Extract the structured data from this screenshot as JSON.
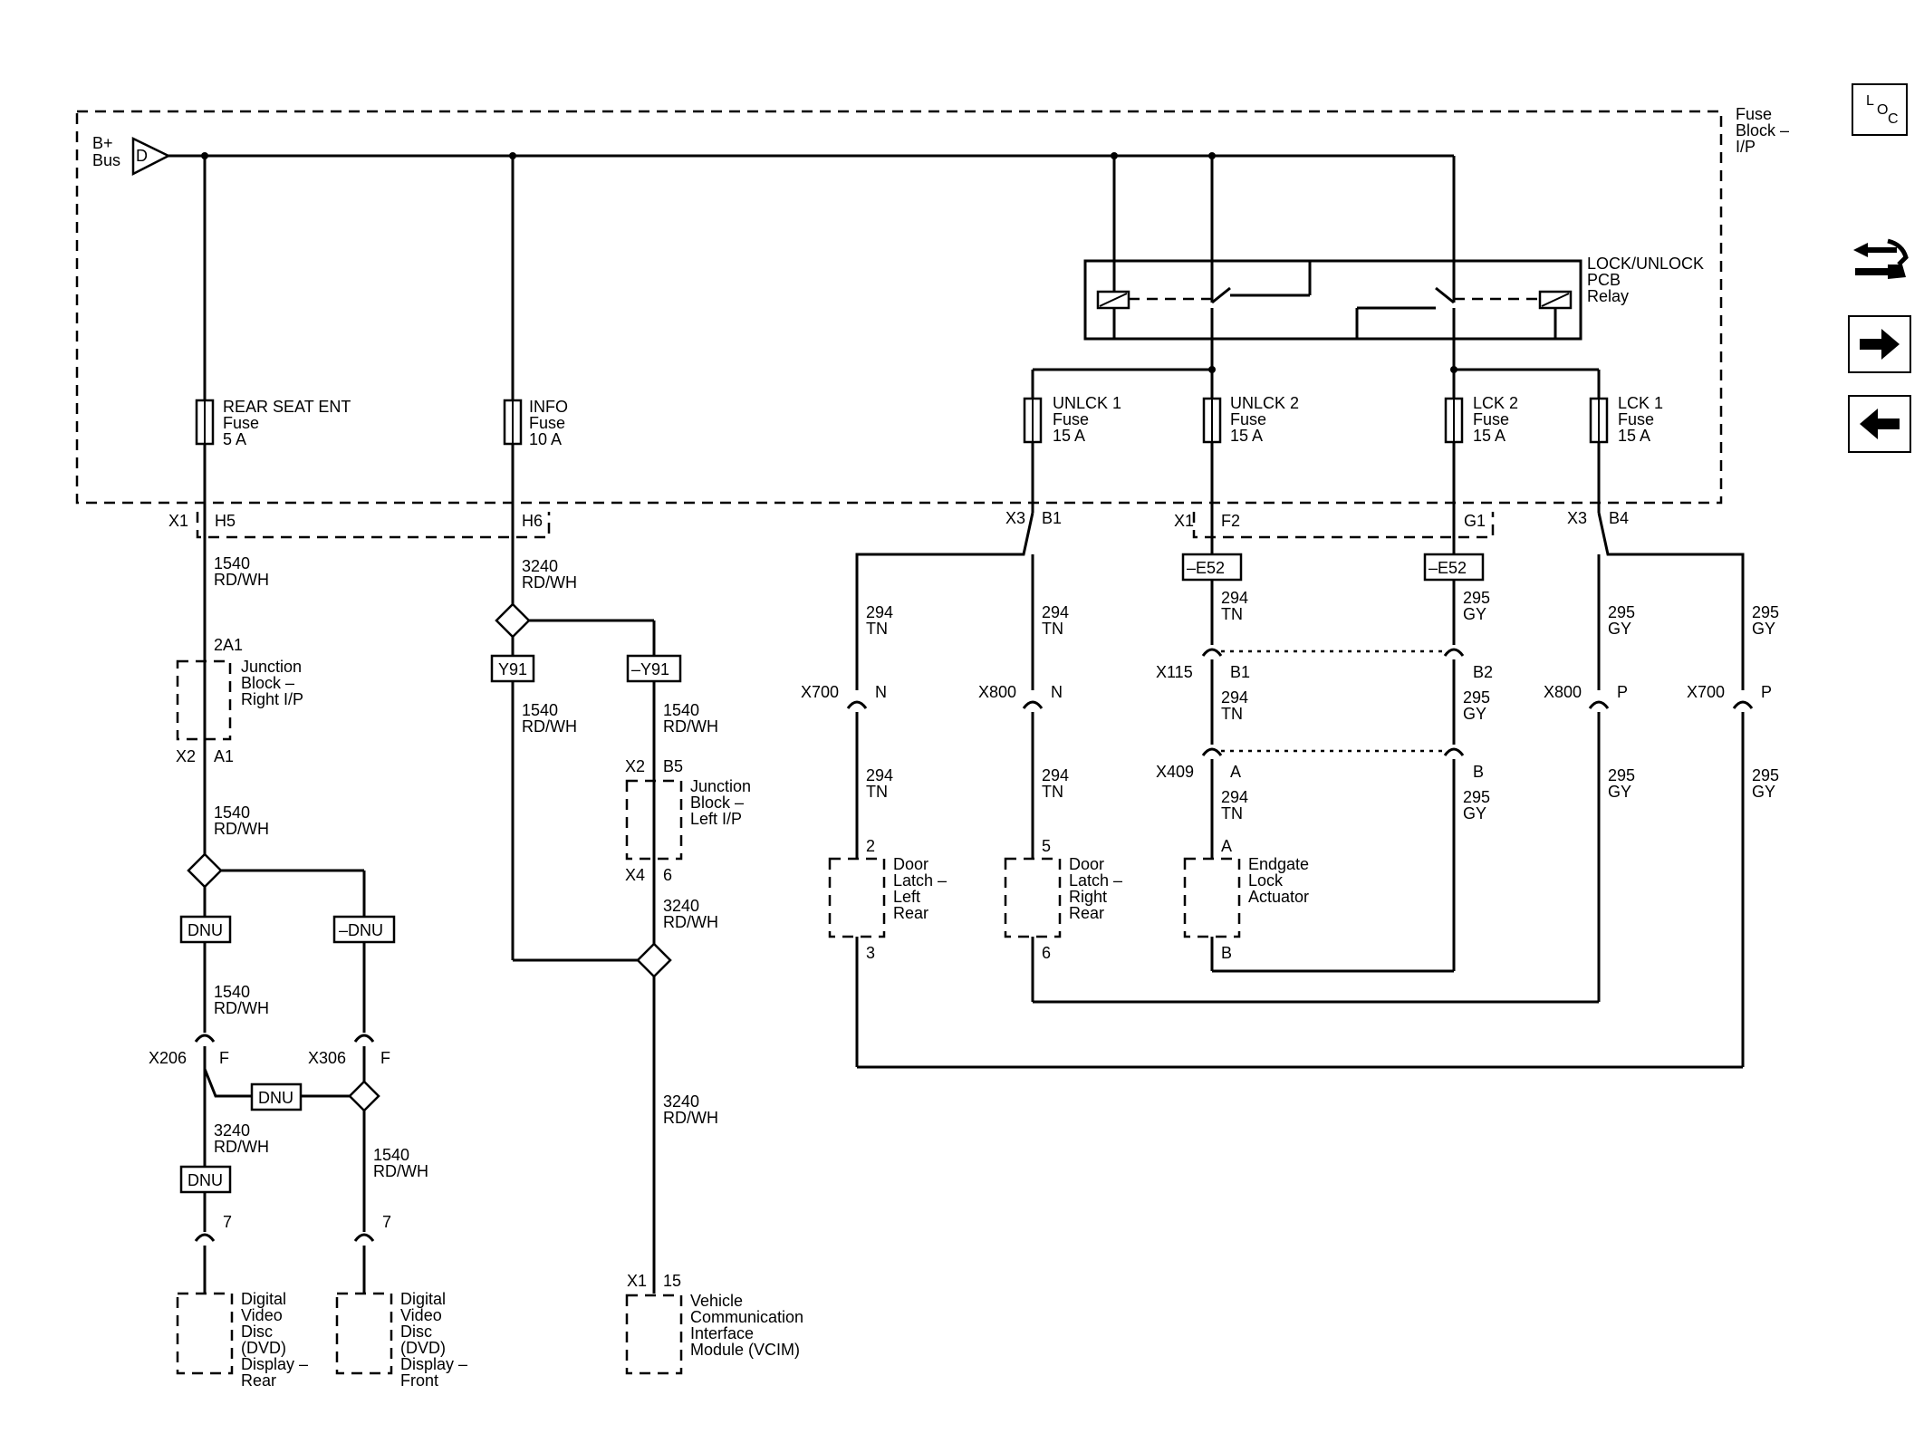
{
  "nav": {
    "loc_icon": "loc-icon",
    "connector_icon": "connector-tool-icon",
    "next_icon": "arrow-right-icon",
    "prev_icon": "arrow-left-icon",
    "loc_L": "L",
    "loc_O": "O",
    "loc_C": "C"
  },
  "fuse_block": {
    "label": [
      "Fuse",
      "Block –",
      "I/P"
    ]
  },
  "power": {
    "label": [
      "B+",
      "Bus"
    ],
    "tag": "D"
  },
  "relay": {
    "label": [
      "LOCK/UNLOCK",
      "PCB",
      "Relay"
    ]
  },
  "fuses": [
    {
      "id": "rear_seat_ent",
      "lines": [
        "REAR SEAT ENT",
        "Fuse",
        "5 A"
      ]
    },
    {
      "id": "info",
      "lines": [
        "INFO",
        "Fuse",
        "10 A"
      ]
    },
    {
      "id": "unlck1",
      "lines": [
        "UNLCK 1",
        "Fuse",
        "15 A"
      ]
    },
    {
      "id": "unlck2",
      "lines": [
        "UNLCK 2",
        "Fuse",
        "15 A"
      ]
    },
    {
      "id": "lck2",
      "lines": [
        "LCK 2",
        "Fuse",
        "15 A"
      ]
    },
    {
      "id": "lck1",
      "lines": [
        "LCK 1",
        "Fuse",
        "15 A"
      ]
    }
  ],
  "connectors": {
    "x1": "X1",
    "h5": "H5",
    "h6": "H6",
    "x3a": "X3",
    "b1": "B1",
    "x1b": "X1",
    "f2": "F2",
    "g1": "G1",
    "x3b": "X3",
    "b4": "B4",
    "pin_2a1": "2A1",
    "x2a": "X2",
    "a1": "A1",
    "x2b": "X2",
    "b5": "B5",
    "x4": "X4",
    "pin6": "6",
    "x206": "X206",
    "f1": "F",
    "x306": "X306",
    "f2b": "F",
    "pin7a": "7",
    "pin7b": "7",
    "x1c": "X1",
    "pin15": "15",
    "x700a": "X700",
    "na": "N",
    "x800a": "X800",
    "nb": "N",
    "x115": "X115",
    "b1b": "B1",
    "b2": "B2",
    "x409": "X409",
    "a": "A",
    "b": "B",
    "x800b": "X800",
    "pa": "P",
    "x700b": "X700",
    "pb": "P",
    "pin2": "2",
    "pin3": "3",
    "pin5": "5",
    "pin6b": "6",
    "pinA": "A",
    "pinB": "B"
  },
  "options": {
    "dnu": "DNU",
    "not_dnu": "–DNU",
    "y91": "Y91",
    "not_y91": "–Y91",
    "not_e52": "–E52"
  },
  "wires": {
    "c1540": "1540",
    "rdwh": "RD/WH",
    "c3240": "3240",
    "c294": "294",
    "tn": "TN",
    "c295": "295",
    "gy": "GY"
  },
  "components": {
    "jb_right": [
      "Junction",
      "Block –",
      "Right I/P"
    ],
    "jb_left": [
      "Junction",
      "Block –",
      "Left I/P"
    ],
    "dvd_rear": [
      "Digital",
      "Video",
      "Disc",
      "(DVD)",
      "Display –",
      "Rear"
    ],
    "dvd_front": [
      "Digital",
      "Video",
      "Disc",
      "(DVD)",
      "Display –",
      "Front"
    ],
    "vcim": [
      "Vehicle",
      "Communication",
      "Interface",
      "Module (VCIM)"
    ],
    "door_lr": [
      "Door",
      "Latch –",
      "Left",
      "Rear"
    ],
    "door_rr": [
      "Door",
      "Latch –",
      "Right",
      "Rear"
    ],
    "endgate": [
      "Endgate",
      "Lock",
      "Actuator"
    ]
  }
}
